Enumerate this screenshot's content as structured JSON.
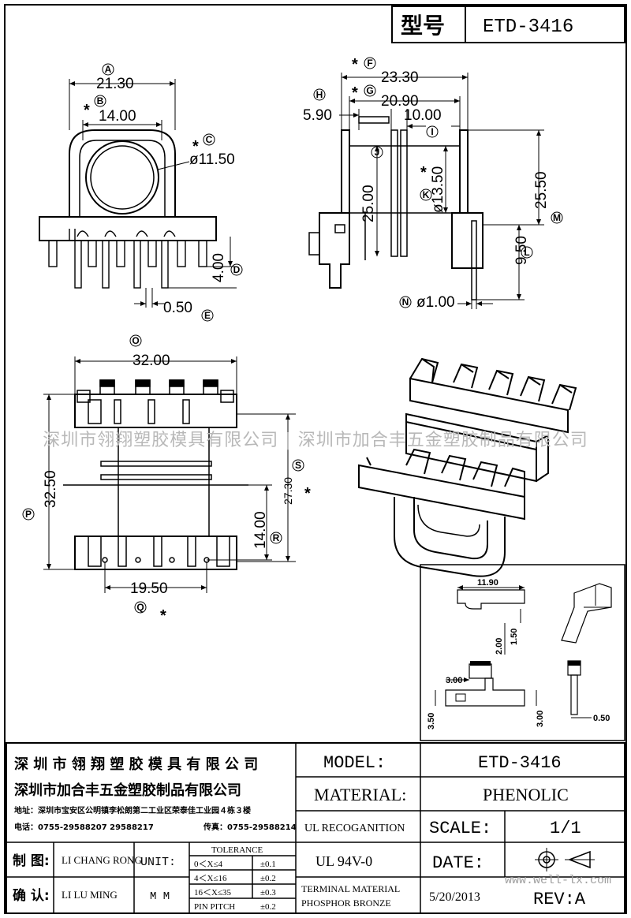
{
  "header": {
    "model_label": "型号",
    "model_value": "ETD-3416"
  },
  "dims": {
    "A": {
      "letter": "A",
      "value": "21.30"
    },
    "B": {
      "letter": "B",
      "value": "14.00"
    },
    "C": {
      "letter": "C",
      "value": "ø11.50"
    },
    "D": {
      "letter": "D",
      "value": "4.00"
    },
    "E": {
      "letter": "E",
      "value": "0.50"
    },
    "F": {
      "letter": "F",
      "value": "23.30"
    },
    "G": {
      "letter": "G",
      "value": "20.90"
    },
    "H": {
      "letter": "H",
      "value": "5.90"
    },
    "I": {
      "letter": "I",
      "value": "10.00"
    },
    "J": {
      "letter": "J",
      "value": "25.00"
    },
    "K": {
      "letter": "K",
      "value": "ø13.50"
    },
    "M": {
      "letter": "M",
      "value": "25.50"
    },
    "L": {
      "letter": "L",
      "value": "9.50"
    },
    "N": {
      "letter": "N",
      "value": "ø1.00"
    },
    "O": {
      "letter": "O",
      "value": "32.00"
    },
    "P": {
      "letter": "P",
      "value": "32.50"
    },
    "S": {
      "letter": "S",
      "value": "27.30"
    },
    "R": {
      "letter": "R",
      "value": "14.00"
    },
    "Q": {
      "letter": "Q",
      "value": "19.50"
    }
  },
  "star": "*",
  "detail": {
    "d1": "11.90",
    "d2": "1.50",
    "d3": "2.00",
    "d4": "3.00",
    "d5": "3.50",
    "d6": "3.00",
    "d7": "0.50"
  },
  "watermark": "深圳市翎翔塑胶模具有限公司 | 深圳市加合丰五金塑胶制品有限公司",
  "company": {
    "name1": "深 圳 市 翎 翔 塑 胶 模 具 有 限 公 司",
    "name2": "深圳市加合丰五金塑胶制品有限公司",
    "address": "地址：深圳市宝安区公明镇李松朗第二工业区荣泰佳工业园４栋３楼",
    "phone": "电话：0755-29588207  29588217",
    "fax": "传真：0755-29588214"
  },
  "block": {
    "model_label": "MODEL:",
    "model_value": "ETD-3416",
    "material_label": "MATERIAL:",
    "material_value": "PHENOLIC",
    "ul_label": "UL RECOGANITION",
    "ul_value": "UL 94V-0",
    "scale_label": "SCALE:",
    "scale_value": "1/1",
    "date_label": "DATE:",
    "date_value": "5/20/2013",
    "rev": "REV:A",
    "terminal1": "TERMINAL MATERIAL",
    "terminal2": "PHOSPHOR  BRONZE",
    "draw_label": "制 图:",
    "draw_name": "LI CHANG RONG",
    "check_label": "确 认:",
    "check_name": "LI LU MING",
    "unit_label": "UNIT:",
    "unit_value": "M M",
    "tol_title": "TOLERANCE",
    "tol": [
      {
        "range": "0＜X≤4",
        "val": "±0.1"
      },
      {
        "range": "4＜X≤16",
        "val": "±0.2"
      },
      {
        "range": "16＜X≤35",
        "val": "±0.3"
      },
      {
        "range": "PIN PITCH",
        "val": "±0.2"
      }
    ],
    "site": "www.well-lx.com"
  }
}
